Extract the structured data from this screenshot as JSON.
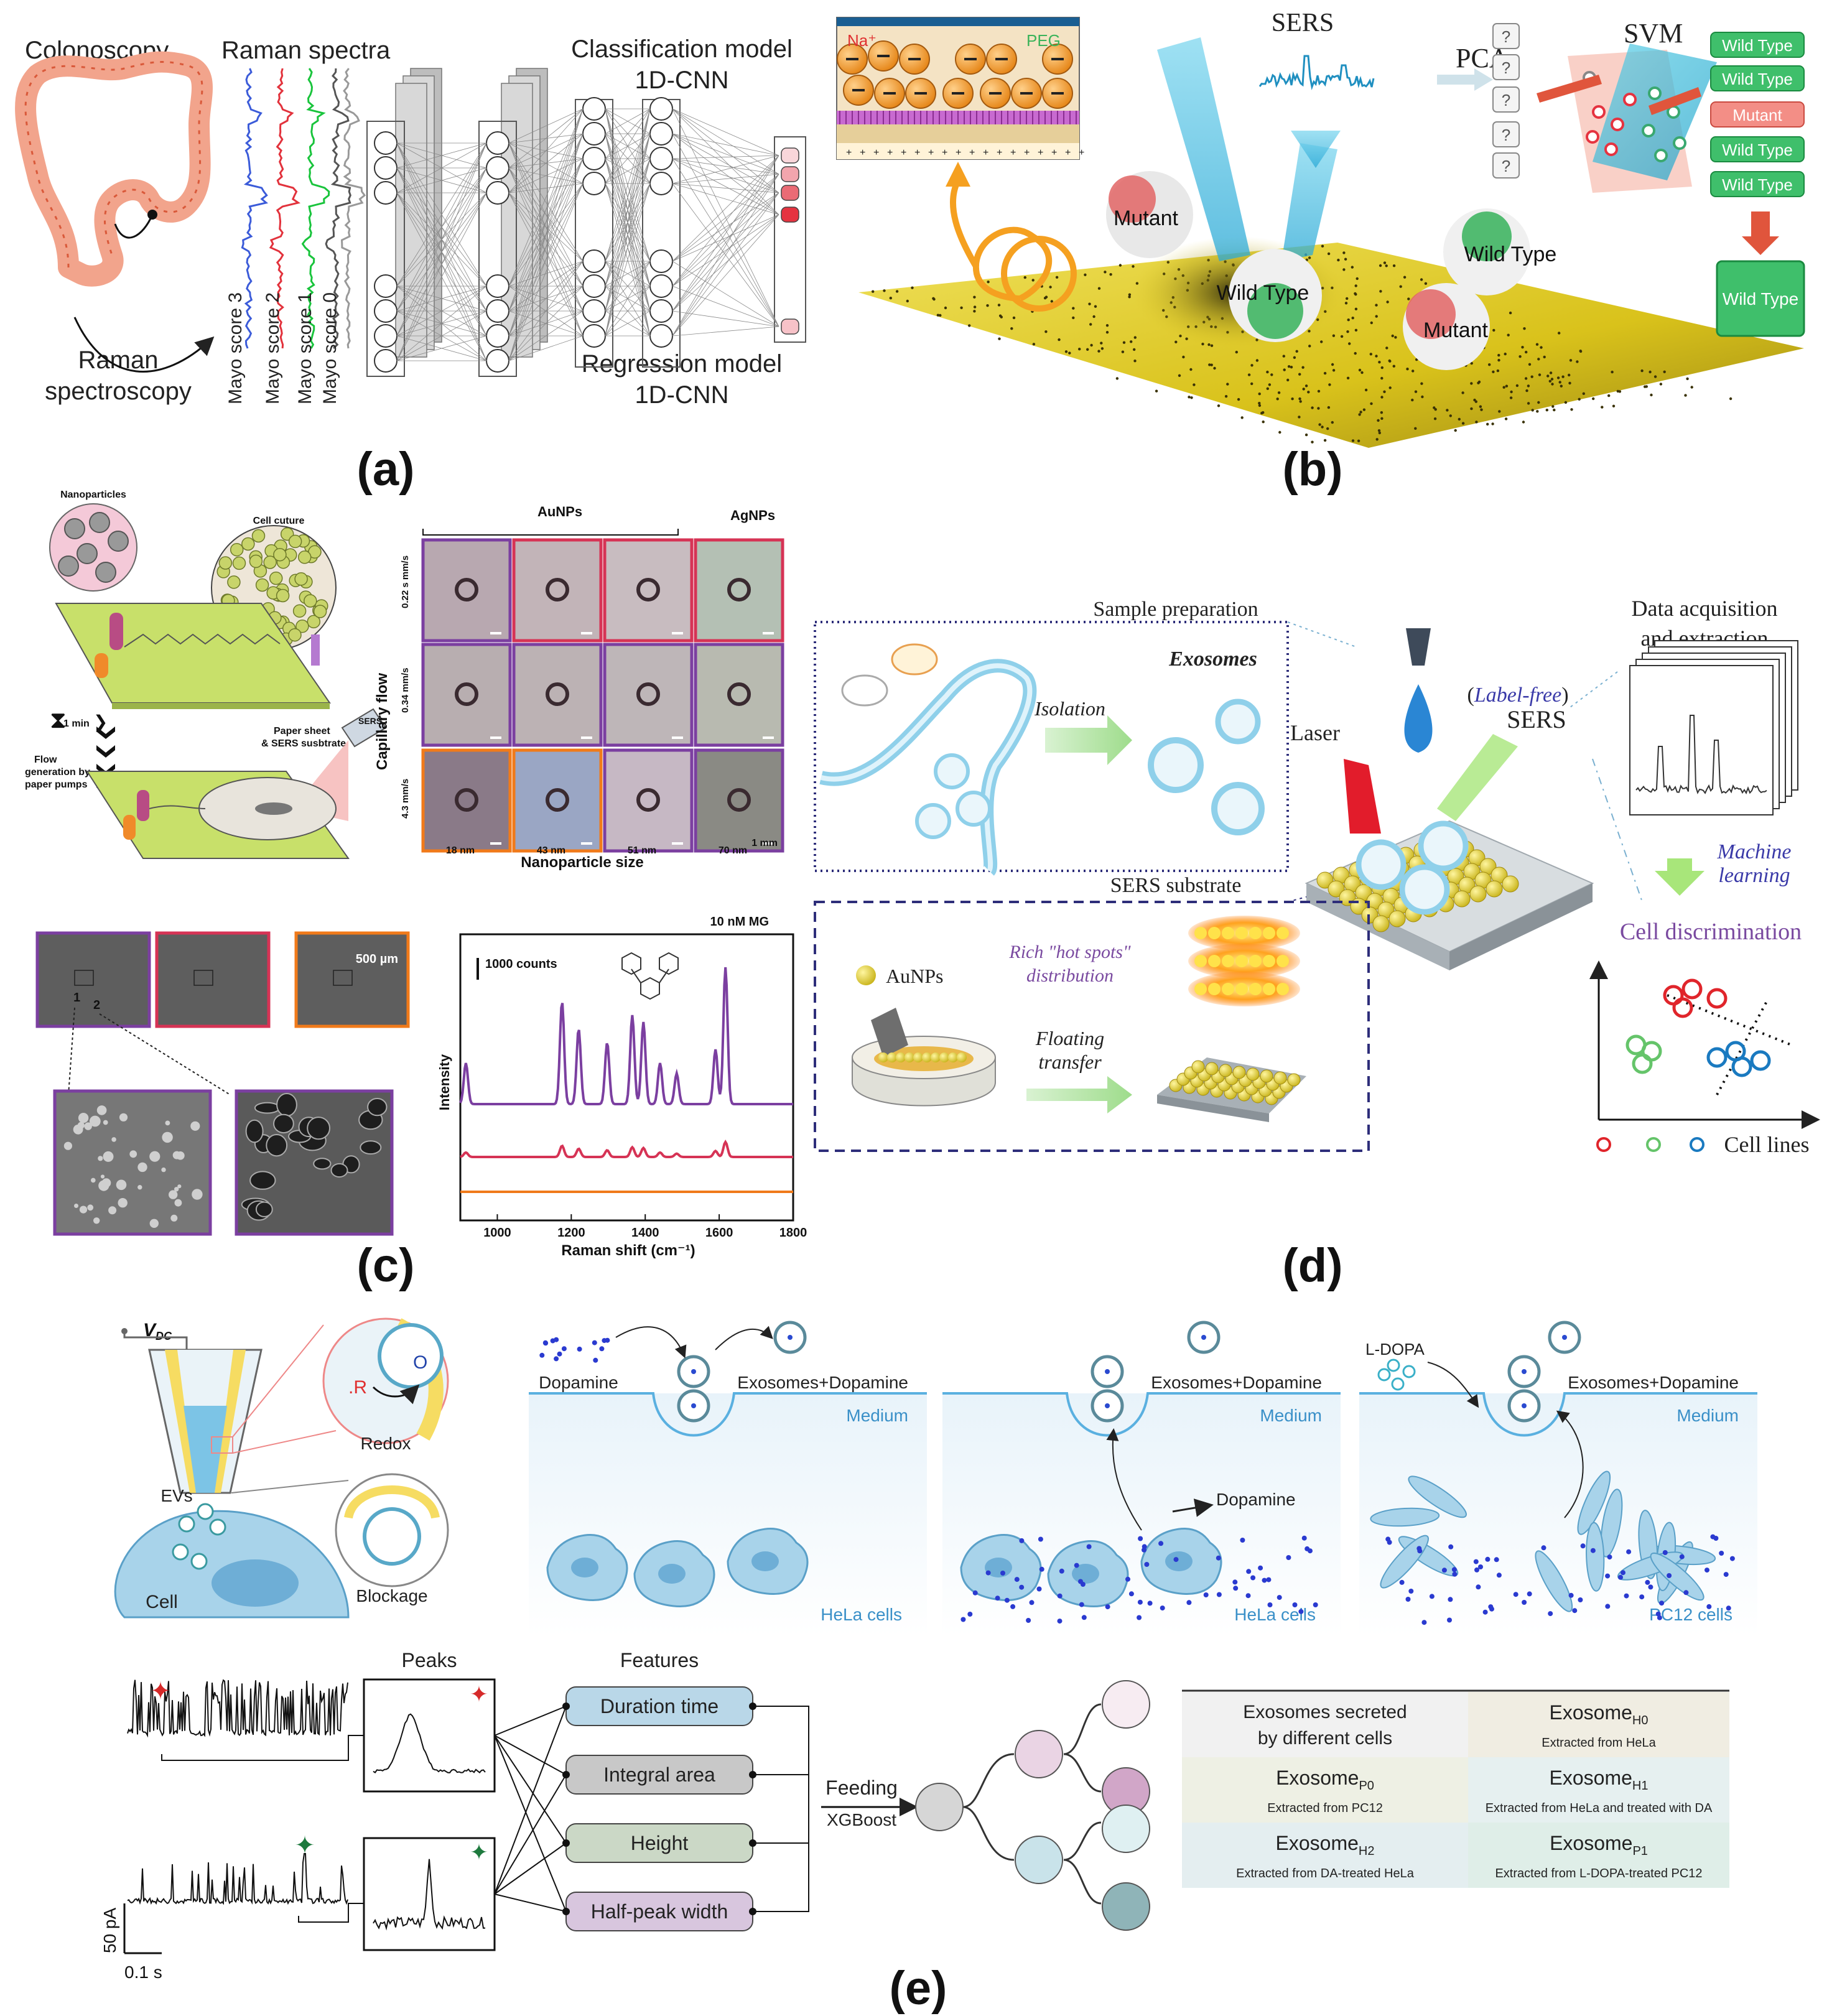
{
  "panels": {
    "a": {
      "label": "(a)",
      "colonoscopy": "Colonoscopy",
      "raman_spectra": "Raman spectra",
      "classification_line1": "Classification model",
      "classification_line2": "1D-CNN",
      "regression_line1": "Regression model",
      "regression_line2": "1D-CNN",
      "raman_line1": "Raman",
      "raman_line2": "spectroscopy",
      "mayo_scores": [
        "Mayo score 3",
        "Mayo score 2",
        "Mayo score 1",
        "Mayo score 0"
      ]
    },
    "b": {
      "label": "(b)",
      "na": "Na⁺",
      "peg": "PEG",
      "sers": "SERS",
      "pca": "PCA",
      "svm": "SVM",
      "question": "?",
      "results": [
        "Wild Type",
        "Wild Type",
        "Mutant",
        "Wild Type",
        "Wild Type"
      ],
      "final": "Wild Type",
      "spheres": [
        "Mutant",
        "Wild Type",
        "Wild Type",
        "Mutant"
      ]
    },
    "c": {
      "label": "(c)",
      "nanoparticles": "Nanoparticles",
      "cell_culture": "Cell cuture",
      "one_min": "1 min",
      "flow_line1": "Flow",
      "flow_line2": "generation by",
      "flow_line3": "paper pumps",
      "paper_line1": "Paper sheet",
      "paper_line2": "& SERS susbtrate",
      "sers": "SERS",
      "aunps": "AuNPs",
      "agnps": "AgNPs",
      "capillary_flow": "Capillary flow",
      "speeds": [
        "0.22 s mm/s",
        "0.34 mm/s",
        "4.3 mm/s"
      ],
      "sizes": [
        "18 nm",
        "43 nm",
        "51 nm",
        "70 nm"
      ],
      "np_size": "Nanoparticle size",
      "one_mm": "1 mm",
      "scale_500": "500 µm",
      "sem_markers": [
        "1",
        "2"
      ],
      "spectrum_title": "10 nM MG",
      "counts": "1000 counts",
      "ylabel": "Intensity",
      "xlabel": "Raman shift (cm⁻¹)",
      "xticks": [
        "1000",
        "1200",
        "1400",
        "1600",
        "1800"
      ]
    },
    "d": {
      "label": "(d)",
      "sample_prep": "Sample preparation",
      "exosomes": "Exosomes",
      "isolation": "Isolation",
      "laser": "Laser",
      "label_free": "Label-free",
      "sers": "SERS",
      "data_line1": "Data acquisition",
      "data_line2": "and extraction",
      "ml_line1": "Machine",
      "ml_line2": "learning",
      "cell_disc": "Cell discrimination",
      "sers_substrate": "SERS substrate",
      "aunps": "AuNPs",
      "hot_line1": "Rich \"hot spots\"",
      "hot_line2": "distribution",
      "floating_line1": "Floating",
      "floating_line2": "transfer",
      "cell_lines": "Cell lines"
    },
    "e": {
      "label": "(e)",
      "vdc": "V",
      "vdc_sub": "DC",
      "redox": "Redox",
      "evs": "EVs",
      "cell": "Cell",
      "blockage": "Blockage",
      "dopamine": "Dopamine",
      "exo_dopamine": "Exosomes+Dopamine",
      "medium": "Medium",
      "hela": "HeLa cells",
      "pc12": "PC12 cells",
      "ldopa": "L-DOPA",
      "peaks": "Peaks",
      "features": "Features",
      "feature_list": [
        "Duration time",
        "Integral area",
        "Height",
        "Half-peak width"
      ],
      "feeding": "Feeding",
      "xgboost": "XGBoost",
      "scale_pa": "50 pA",
      "scale_s": "0.1 s",
      "table": [
        {
          "main": "Exosomes secreted",
          "sub": "",
          "line2": "by different cells"
        },
        {
          "main": "Exosome",
          "sub": "H0",
          "line2": "Extracted from HeLa"
        },
        {
          "main": "Exosome",
          "sub": "P0",
          "line2": "Extracted from PC12"
        },
        {
          "main": "Exosome",
          "sub": "H1",
          "line2": "Extracted from HeLa and treated with DA"
        },
        {
          "main": "Exosome",
          "sub": "H2",
          "line2": "Extracted from DA-treated HeLa"
        },
        {
          "main": "Exosome",
          "sub": "P1",
          "line2": "Extracted from L-DOPA-treated PC12"
        }
      ]
    }
  },
  "colors": {
    "colon": "#f2a48c",
    "blue_spec": "#3b5bd9",
    "red_spec": "#e2323c",
    "green_spec": "#19c43c",
    "gray_spec": "#555555",
    "gold": "#e0cc1e",
    "wild_green": "#3fbf6b",
    "mutant_red": "#f07a7a",
    "purple": "#7b3fa0",
    "crimson": "#d63355",
    "orange": "#f07a1a",
    "cell_blue": "#a8d3ea",
    "feature_blue": "#b9d7e8",
    "feature_gray": "#c8c8c8",
    "feature_green": "#cbd8c6",
    "feature_purple": "#d8c6de"
  }
}
